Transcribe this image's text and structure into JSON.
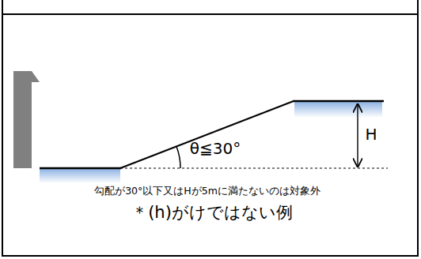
{
  "diagram": {
    "labels": [
      "θ≦30°",
      "H",
      "勾配が30°以下又はHが5mに満たないのは対象外",
      "＊(h)がけではない例"
    ]
  }
}
